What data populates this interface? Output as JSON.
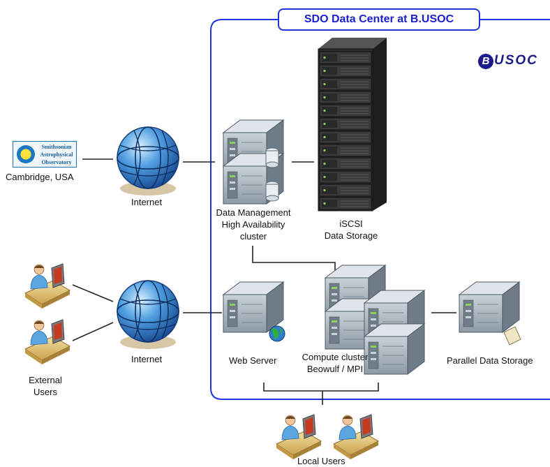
{
  "title": "SDO Data Center at B.USOC",
  "logo": {
    "text": "USOC",
    "mark": "B"
  },
  "seal_lines": [
    "Smithsonian",
    "Astrophysical",
    "Observatory"
  ],
  "nodes": {
    "cambridge": "Cambridge, USA",
    "internet_top": "Internet",
    "internet_bottom": "Internet",
    "data_management": [
      "Data Management",
      "High Availability",
      "cluster"
    ],
    "iscsi": [
      "iSCSI",
      "Data Storage"
    ],
    "web_server": "Web Server",
    "compute_cluster": [
      "Compute cluster",
      "Beowulf / MPI"
    ],
    "parallel_storage": "Parallel Data Storage",
    "external_users": [
      "External",
      "Users"
    ],
    "local_users": "Local Users"
  },
  "colors": {
    "border": "#2233dd",
    "title_text": "#1a1fd0",
    "globe": "#2e78c4",
    "server_light": "#b8c3cc",
    "server_dark": "#5d6b76",
    "rack": "#2c2c2c",
    "connector": "#222222"
  },
  "icons": [
    "globe-icon",
    "server-icon",
    "database-icon",
    "rack-icon",
    "user-icon",
    "web-globe-icon"
  ]
}
